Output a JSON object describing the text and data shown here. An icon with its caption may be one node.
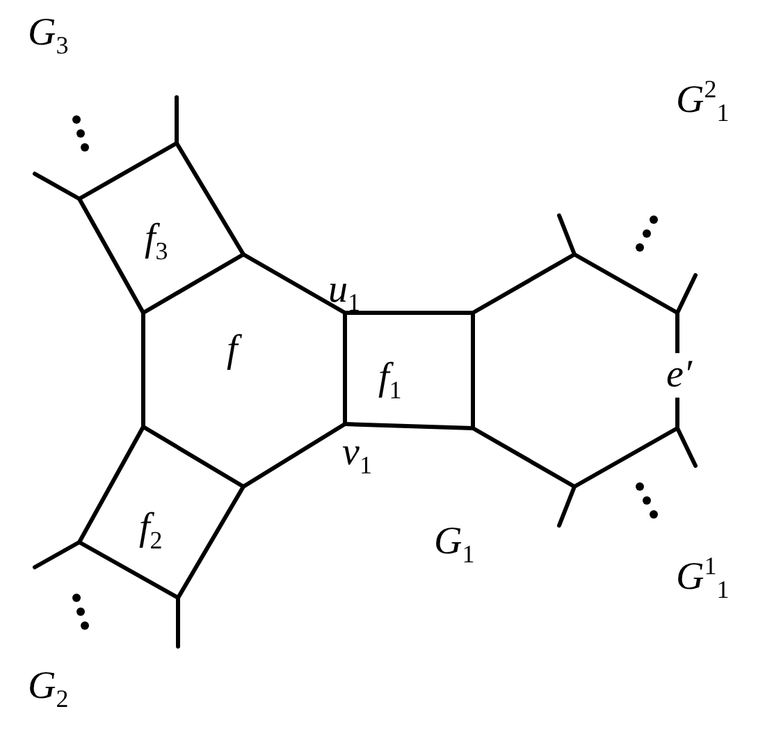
{
  "diagram": {
    "labels": [
      "G$_{3}$",
      "f$_{3}$",
      "f",
      "u$_{1}$",
      "f$_{1}$",
      "v$_{1}$",
      "f$_{2}$",
      "G$_{1}$",
      "e′",
      "G$^{2}$$_{1}$",
      "G$^{1}$$_{1}$",
      "G$_{2}$"
    ]
  }
}
